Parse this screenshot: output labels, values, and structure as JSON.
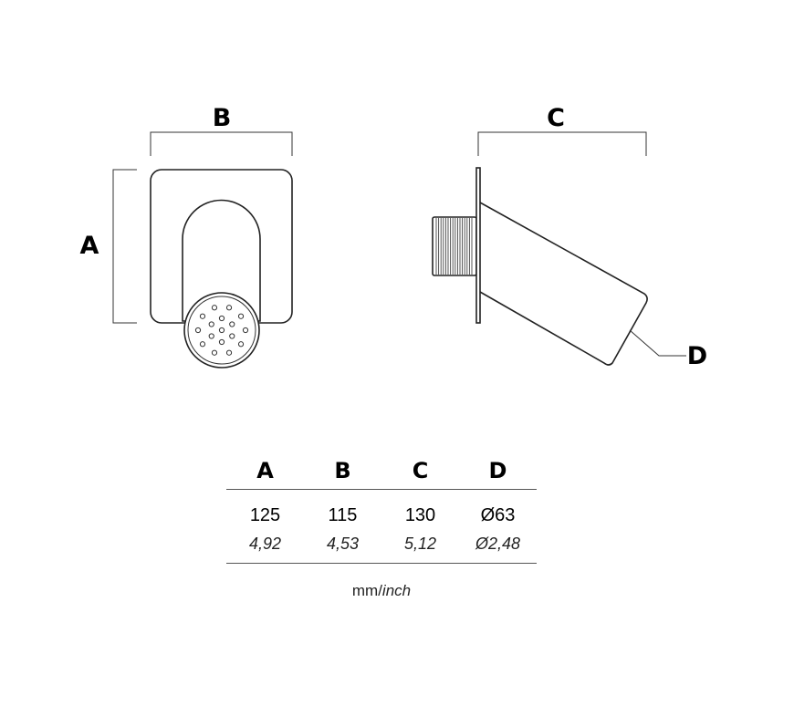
{
  "dimensions": {
    "a_label": "A",
    "b_label": "B",
    "c_label": "C",
    "d_label": "D"
  },
  "table": {
    "headers": [
      "A",
      "B",
      "C",
      "D"
    ],
    "mm_values": [
      "125",
      "115",
      "130",
      "Ø63"
    ],
    "inch_values": [
      "4,92",
      "4,53",
      "5,12",
      "Ø2,48"
    ]
  },
  "units": {
    "mm": "mm/",
    "inch": "inch"
  }
}
